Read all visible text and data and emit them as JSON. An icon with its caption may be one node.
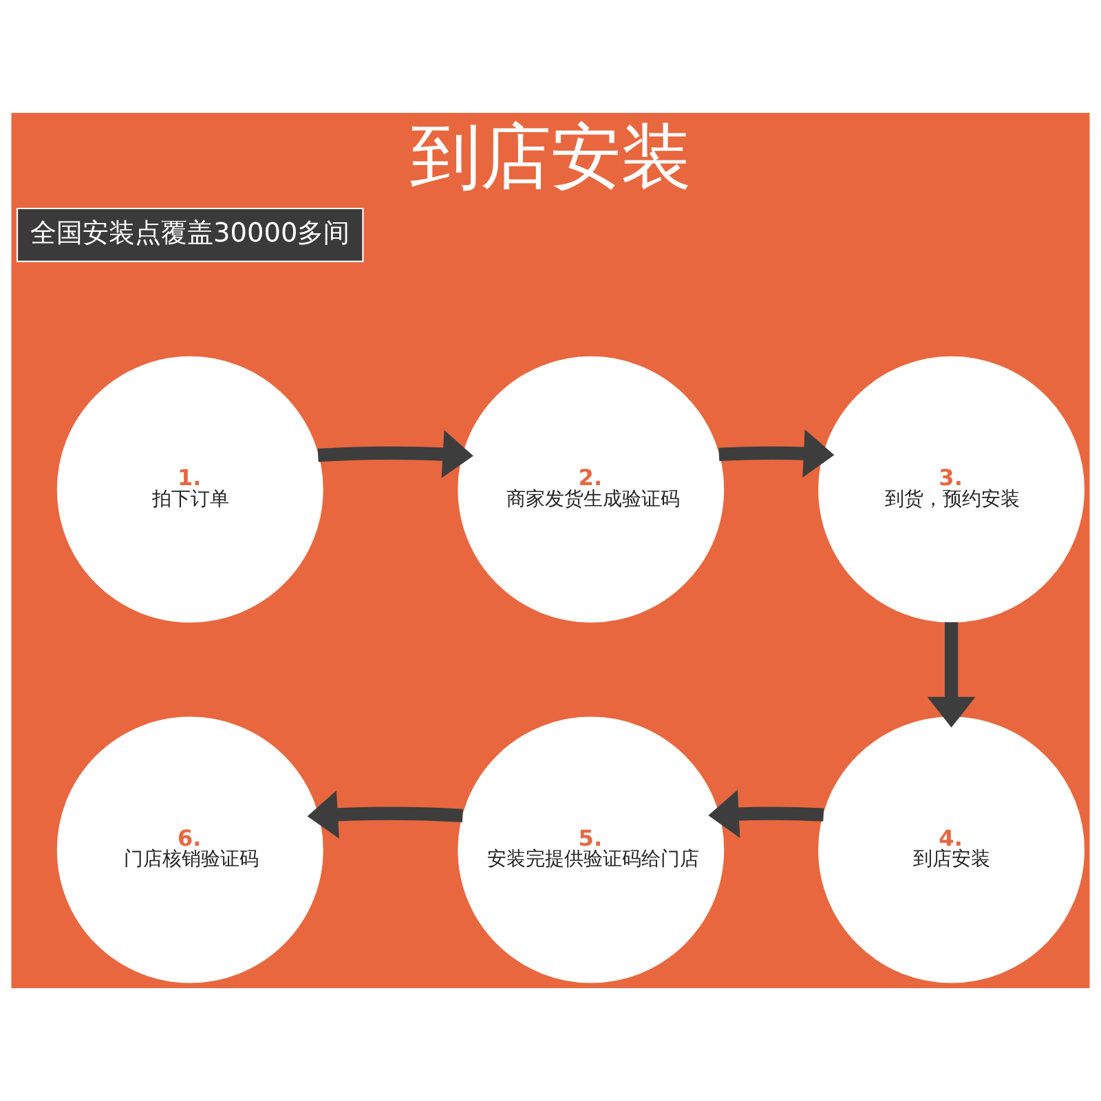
{
  "diagram": {
    "title": "到店安装",
    "nodes": [
      {
        "text": [
          "1.",
          "拍下订单"
        ]
      },
      {
        "text": [
          "2.",
          "商家发货生成验证码"
        ]
      },
      {
        "text": [
          "3.",
          "到货，预约安装"
        ]
      },
      {
        "text": [
          "4.",
          "到店安装"
        ]
      },
      {
        "text": [
          "5.",
          "安装完提供验证码给门店"
        ]
      },
      {
        "text": [
          "6.",
          "门店核销验证码"
        ]
      }
    ],
    "edges": [
      {
        "from": 0,
        "to": 1,
        "arrow": "to"
      },
      {
        "from": 1,
        "to": 2,
        "arrow": "to"
      },
      {
        "from": 2,
        "to": 3,
        "arrow": "to"
      },
      {
        "from": 3,
        "to": 4,
        "arrow": "to"
      },
      {
        "from": 4,
        "to": 5,
        "arrow": "to"
      }
    ],
    "labels": [
      "全国安装点覆盖30000多间"
    ]
  }
}
